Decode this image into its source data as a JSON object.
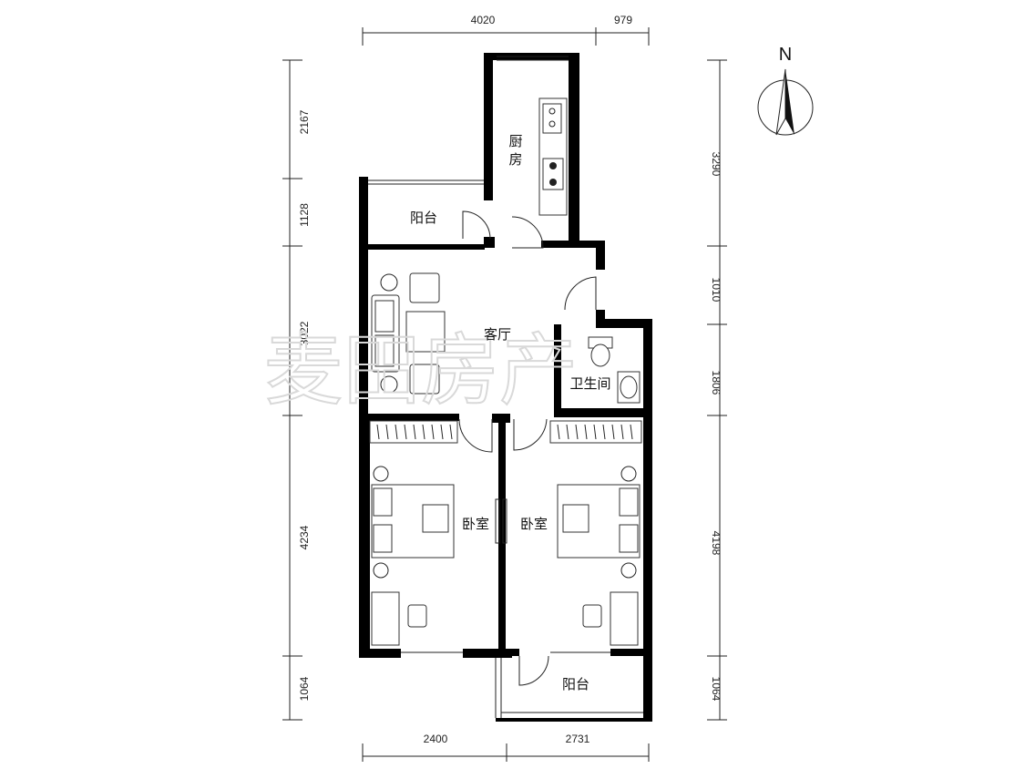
{
  "dimensions": {
    "top": [
      "4020",
      "979"
    ],
    "bottom": [
      "2400",
      "2731"
    ],
    "left": [
      "2167",
      "1128",
      "3022",
      "4234",
      "1064"
    ],
    "right": [
      "3290",
      "1010",
      "1806",
      "4198",
      "1064"
    ]
  },
  "rooms": {
    "kitchen_line1": "厨",
    "kitchen_line2": "房",
    "balcony_top": "阳台",
    "living": "客厅",
    "bathroom": "卫生间",
    "bedroom_left": "卧室",
    "bedroom_right": "卧室",
    "balcony_bottom": "阳台"
  },
  "compass": {
    "label": "N"
  },
  "watermark": {
    "text": "麦田房产"
  },
  "colors": {
    "wall": "#000000",
    "line": "#222222",
    "watermark": "#d9d9d9"
  }
}
